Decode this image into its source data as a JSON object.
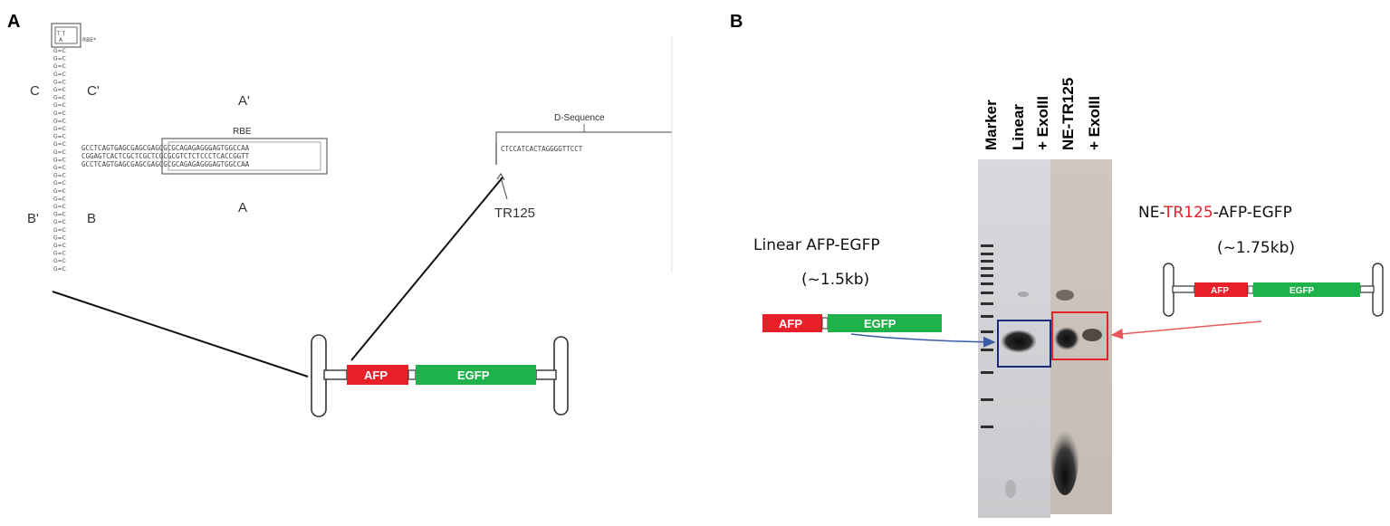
{
  "panel_a": {
    "letter": "A",
    "rbe_star": "RBE*",
    "arm_c": "C",
    "arm_c_prime": "C'",
    "arm_b": "B",
    "arm_b_prime": "B'",
    "arm_a": "A",
    "arm_a_prime": "A'",
    "rbe": "RBE",
    "d_sequence": "D-Sequence",
    "d_sequence_bases": "CTCCATCACTAGGGGTTCCT",
    "tr125": "TR125",
    "seq_top": "GCCTCAGTGAGCGAGCGAGCGCGCAGAGAGGGAGTGGCCAA",
    "seq_mid": "CGGAGTCACTCGCTCGCTCGCGCGTCTCTCCCTCACCGGTT",
    "seq_bottom": "GCCTCAGTGAGCGAGCGAGCGCGCAGAGAGGGAGTGGCCAA",
    "afp": "AFP",
    "egfp": "EGFP"
  },
  "panel_b": {
    "letter": "B",
    "lanes": [
      "Marker",
      "Linear",
      "+ ExoIII",
      "NE-TR125",
      "+ ExoIII"
    ],
    "linear_title": "Linear AFP-EGFP",
    "linear_size": "(~1.5kb)",
    "ne_prefix": "NE-",
    "ne_tr": "TR125",
    "ne_suffix": "-AFP-EGFP",
    "ne_size": "(~1.75kb)",
    "afp": "AFP",
    "egfp": "EGFP"
  },
  "colors": {
    "afp_red": "#e8202a",
    "egfp_green": "#1fb24a",
    "box_blue": "#1c2a7a",
    "box_red": "#e8202a",
    "arrow_blue": "#3b5ba8",
    "arrow_red": "#e85a5a"
  }
}
